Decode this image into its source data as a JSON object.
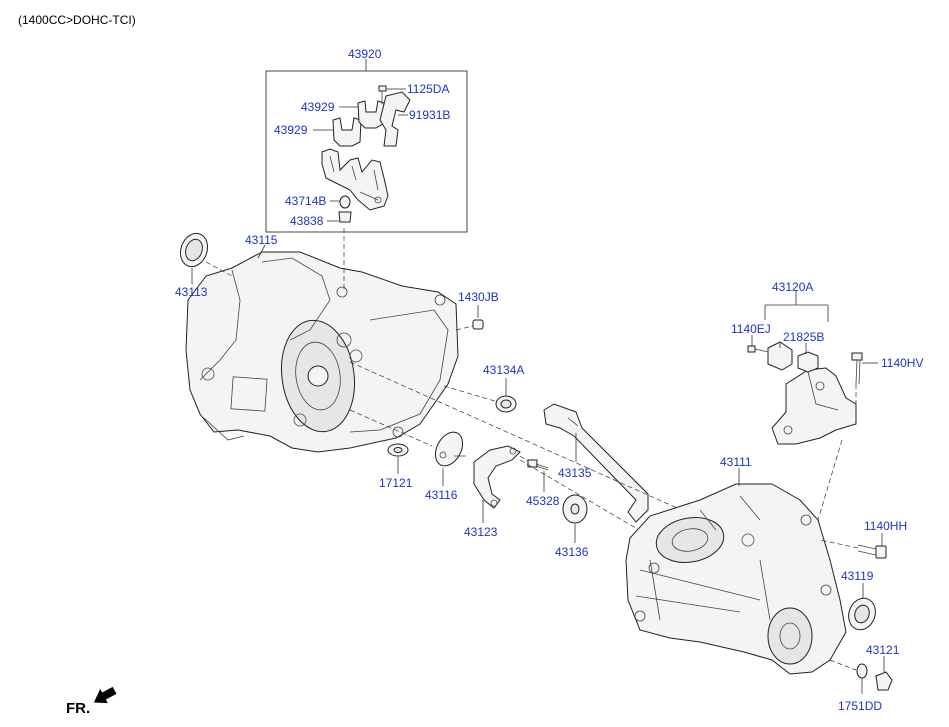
{
  "header": {
    "engine_note": "(1400CC>DOHC-TCI)"
  },
  "direction": {
    "label": "FR."
  },
  "parts": {
    "p43920": "43920",
    "p1125DA": "1125DA",
    "p43929a": "43929",
    "p43929b": "43929",
    "p91931B": "91931B",
    "p43714B": "43714B",
    "p43838": "43838",
    "p43115": "43115",
    "p43113": "43113",
    "p1430JB": "1430JB",
    "p43134A": "43134A",
    "p17121": "17121",
    "p43116": "43116",
    "p43123": "43123",
    "p45328": "45328",
    "p43135": "43135",
    "p43136": "43136",
    "p43111": "43111",
    "p43120A": "43120A",
    "p1140EJ": "1140EJ",
    "p21825B": "21825B",
    "p1140HV": "1140HV",
    "p1140HH": "1140HH",
    "p43119": "43119",
    "p43121": "43121",
    "p1751DD": "1751DD"
  }
}
